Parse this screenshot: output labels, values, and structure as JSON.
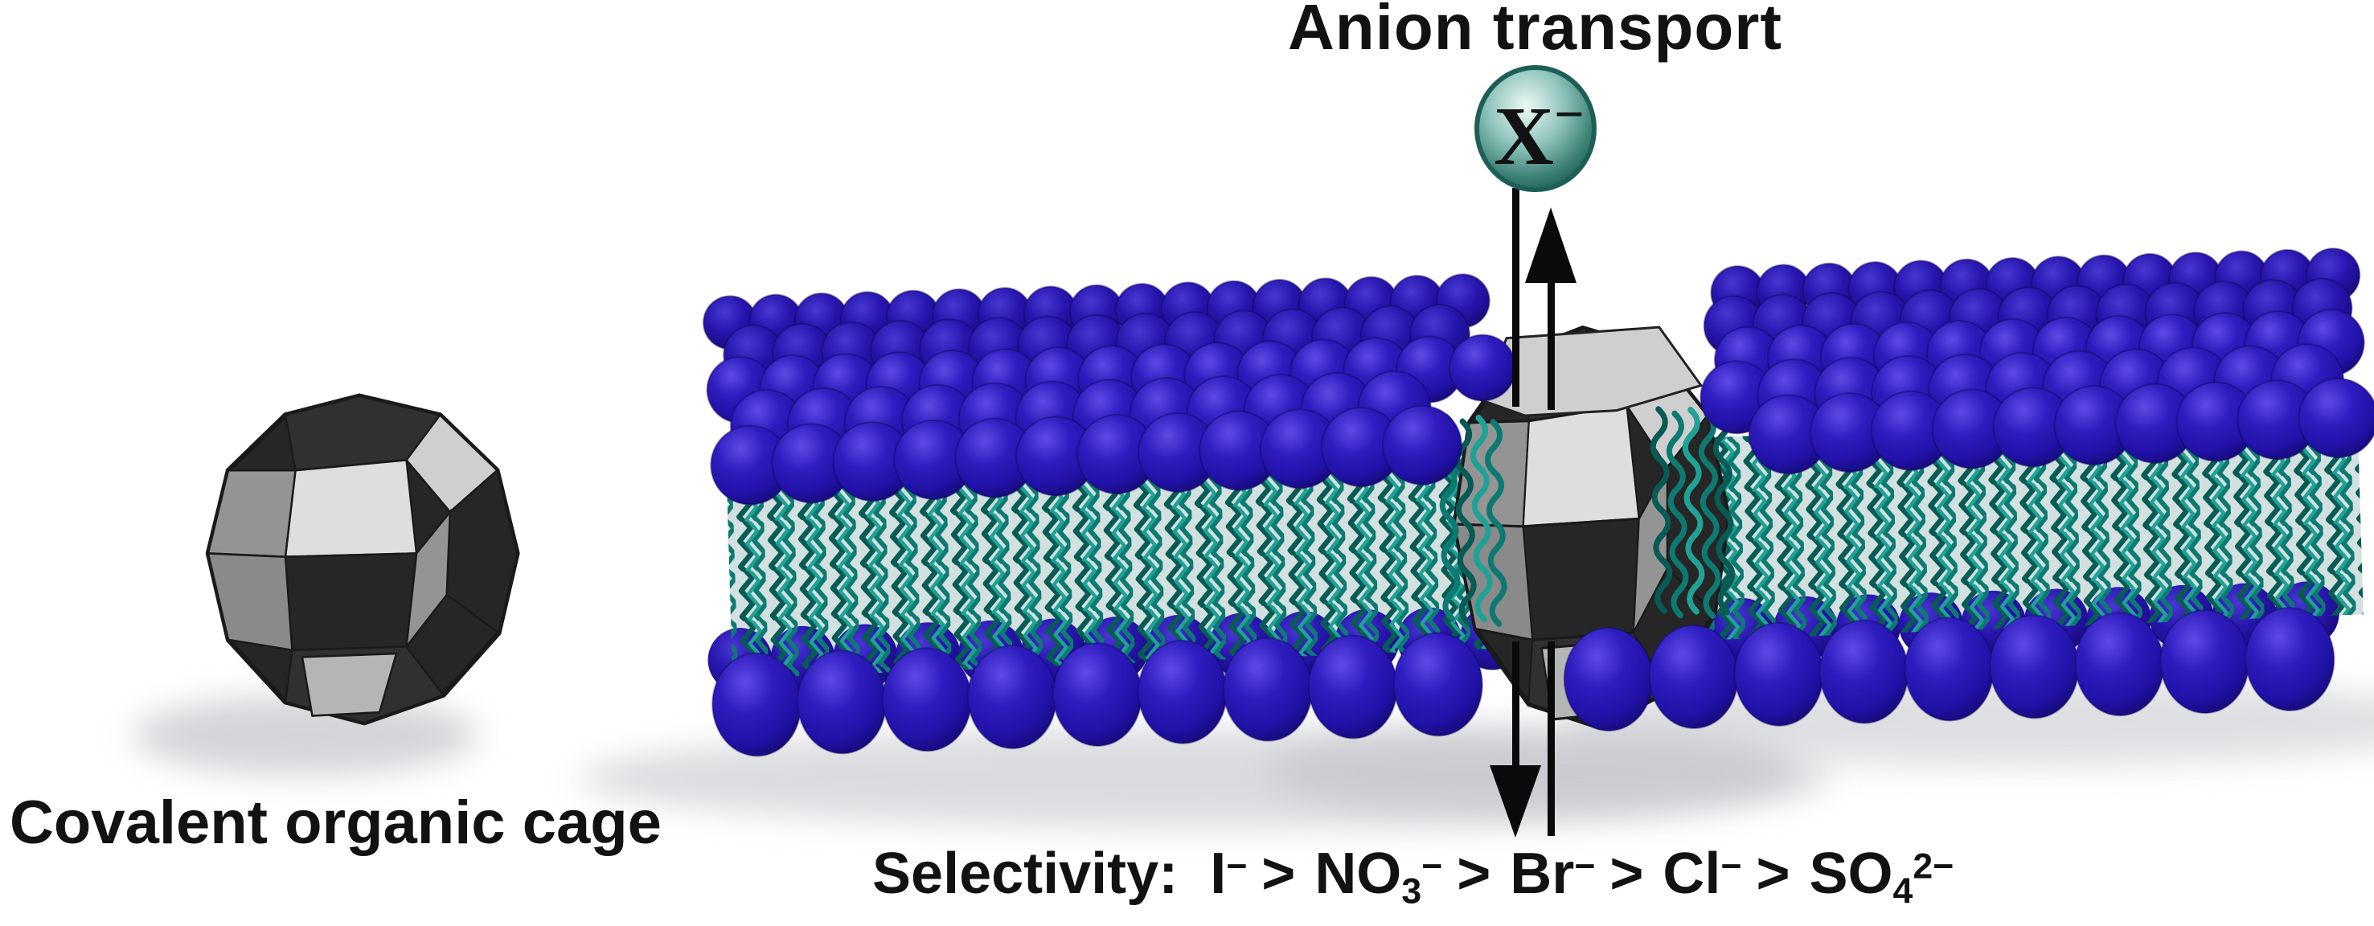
{
  "labels": {
    "anion_transport": "Anion transport",
    "ion_symbol": "X",
    "ion_charge": "−",
    "covalent_organic_cage": "Covalent organic cage",
    "selectivity_prefix": "Selectivity:",
    "separator": ">"
  },
  "selectivity_sequence": [
    {
      "species": "I",
      "sub": "",
      "charge": "−"
    },
    {
      "species": "NO",
      "sub": "3",
      "charge": "−"
    },
    {
      "species": "Br",
      "sub": "",
      "charge": "−"
    },
    {
      "species": "Cl",
      "sub": "",
      "charge": "−"
    },
    {
      "species": "SO",
      "sub": "4",
      "charge": "2−"
    }
  ],
  "membrane": {
    "top_sphere_rows": 5,
    "bottom_sphere_rows": 2,
    "description": "lipid bilayer: blue head-group spheres, teal tail chains, organic cage channel embedded"
  },
  "colors": {
    "background": "#ffffff",
    "text": "#121212",
    "head_blue": "#2f1cbe",
    "head_blue_deep": "#170b7a",
    "head_blue_light": "#5d4ae6",
    "head_outline": "#100a5a",
    "tail_dark": "#085a54",
    "tail_mid": "#0d7a72",
    "tail_light": "#1fa295",
    "ion_core": "#eef9f6",
    "ion_mid": "#8fc4bb",
    "ion_edge": "#3a7f74",
    "ion_rim": "#1d5f57",
    "cage_dark": "#303030",
    "cage_darker": "#262626",
    "cage_mid": "#949494",
    "cage_mid2": "#8a8a8a",
    "cage_light": "#cfcfcf",
    "cage_bright": "#dedede",
    "cage_bottom": "#b5b5b5",
    "cage_outline": "#1a1a1a",
    "arrow": "#0a0a0a",
    "shadow": "#b7b9bf"
  }
}
